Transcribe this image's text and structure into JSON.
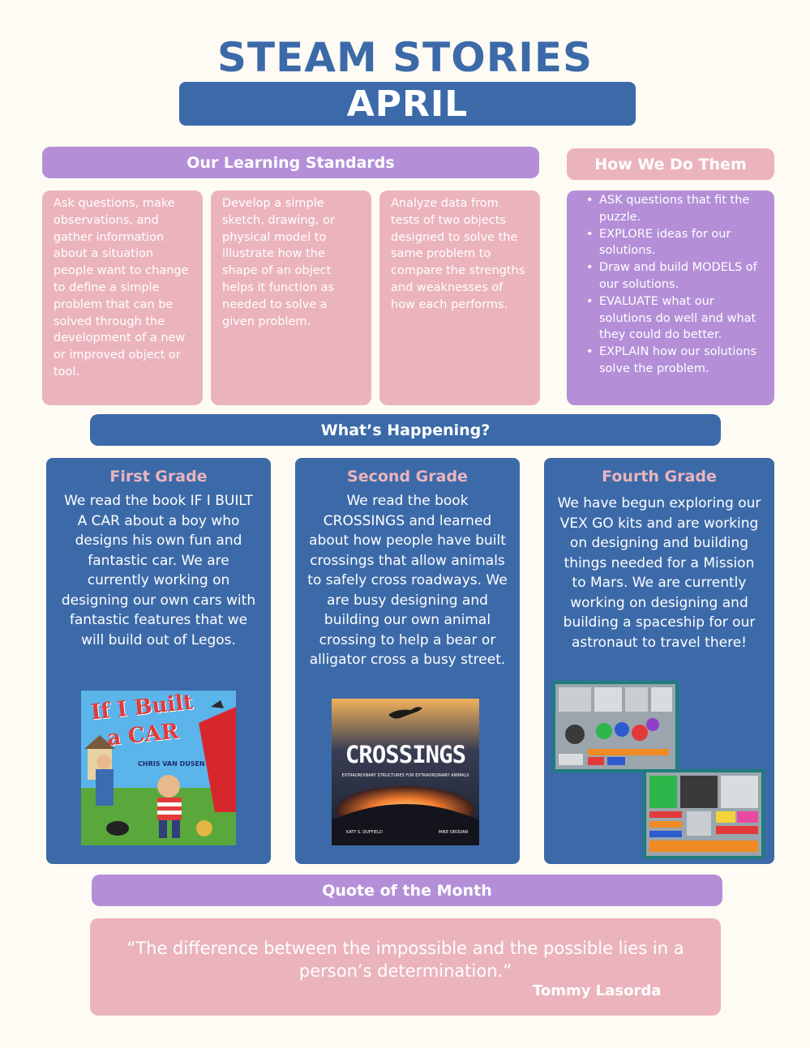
{
  "header": {
    "title": "STEAM STORIES",
    "month": "APRIL"
  },
  "standards": {
    "heading": "Our Learning Standards",
    "items": [
      "Ask questions, make observations, and gather information about a situation people want to change to define a simple problem that can be solved through the development of a new or improved object or tool.",
      "Develop a simple sketch, drawing, or physical model to illustrate how the shape of an object helps it function as needed to solve a given problem.",
      "Analyze data from tests of two objects designed to solve the same problem to compare the strengths and weaknesses of how each performs."
    ]
  },
  "how": {
    "heading": "How We Do Them",
    "items": [
      "ASK questions that fit the puzzle.",
      "EXPLORE ideas for our solutions.",
      "Draw and build MODELS of our solutions.",
      "EVALUATE what our solutions do well and what they could do better.",
      "EXPLAIN how our solutions solve the problem."
    ]
  },
  "happening": {
    "heading": "What’s Happening?",
    "grades": [
      {
        "title": "First Grade",
        "text": "We read the book IF I BUILT A CAR about a boy who designs his own fun and fantastic car. We are currently working on designing our own cars with fantastic features that we will build out of Legos.",
        "book": {
          "title_line1": "If I Built",
          "title_line2": "a CAR",
          "author": "CHRIS VAN DUSEN"
        }
      },
      {
        "title": "Second Grade",
        "text": "We read the book CROSSINGS and learned about how people have built crossings that allow animals to safely cross roadways. We are busy designing and building our own animal crossing to help a bear or alligator cross a busy street.",
        "book": {
          "title": "CROSSINGS",
          "subtitle": "EXTRAORDINARY STRUCTURES FOR EXTRAORDINARY ANIMALS",
          "author": "KATY S. DUFFIELD",
          "illustrator": "MIKE ORODAN"
        }
      },
      {
        "title": "Fourth Grade",
        "text": "We have begun exploring our VEX GO kits and are working on designing and building things needed for a Mission to Mars. We are currently working on designing and building a spaceship for our astronaut to travel there!"
      }
    ]
  },
  "quote": {
    "heading": "Quote of the Month",
    "text": "“The difference between the impossible and the possible lies in a person’s determination.”",
    "author": "Tommy Lasorda"
  },
  "colors": {
    "blue": "#3c6aa9",
    "purple": "#b48fd8",
    "pink": "#ebb4bd",
    "background": "#fdfbf3"
  }
}
